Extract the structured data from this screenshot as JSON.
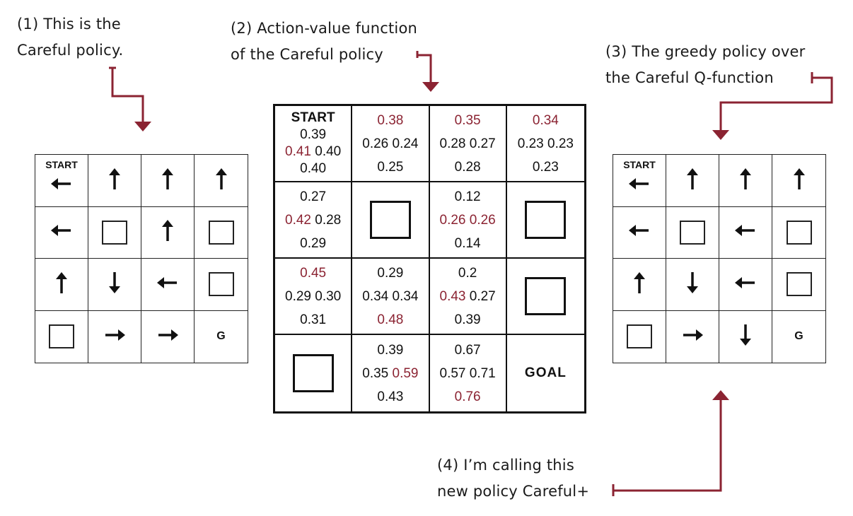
{
  "notes": {
    "n1": [
      "(1) This is the",
      "Careful policy."
    ],
    "n2": [
      "(2) Action-value function",
      "of the Careful policy"
    ],
    "n3": [
      "(3) The greedy policy over",
      "the Careful Q-function"
    ],
    "n4": [
      "(4) I’m calling this",
      "new policy Careful+"
    ]
  },
  "colors": {
    "accent": "#8b2332",
    "ink": "#111111"
  },
  "start_label": "START",
  "goal_short": "G",
  "goal_label": "GOAL",
  "careful_policy": [
    "left",
    "up",
    "up",
    "up",
    "left",
    "wall",
    "up",
    "wall",
    "up",
    "down",
    "left",
    "wall",
    "wall",
    "right",
    "right",
    "goal"
  ],
  "careful_plus_policy": [
    "left",
    "up",
    "up",
    "up",
    "left",
    "wall",
    "left",
    "wall",
    "up",
    "down",
    "left",
    "wall",
    "wall",
    "right",
    "down",
    "goal"
  ],
  "q_values": [
    {
      "start": true,
      "up": "0.39",
      "left": "0.41",
      "right": "0.40",
      "down": "0.40",
      "max": [
        "left"
      ]
    },
    {
      "up": "0.38",
      "left": "0.26",
      "right": "0.24",
      "down": "0.25",
      "max": [
        "up"
      ]
    },
    {
      "up": "0.35",
      "left": "0.28",
      "right": "0.27",
      "down": "0.28",
      "max": [
        "up"
      ]
    },
    {
      "up": "0.34",
      "left": "0.23",
      "right": "0.23",
      "down": "0.23",
      "max": [
        "up"
      ]
    },
    {
      "up": "0.27",
      "left": "0.42",
      "right": "0.28",
      "down": "0.29",
      "max": [
        "left"
      ]
    },
    {
      "wall": true
    },
    {
      "up": "0.12",
      "left": "0.26",
      "right": "0.26",
      "down": "0.14",
      "max": [
        "left",
        "right"
      ]
    },
    {
      "wall": true
    },
    {
      "up": "0.45",
      "left": "0.29",
      "right": "0.30",
      "down": "0.31",
      "max": [
        "up"
      ]
    },
    {
      "up": "0.29",
      "left": "0.34",
      "right": "0.34",
      "down": "0.48",
      "max": [
        "down"
      ]
    },
    {
      "up": "0.2",
      "left": "0.43",
      "right": "0.27",
      "down": "0.39",
      "max": [
        "left"
      ]
    },
    {
      "wall": true
    },
    {
      "wall": true
    },
    {
      "up": "0.39",
      "left": "0.35",
      "right": "0.59",
      "down": "0.43",
      "max": [
        "right"
      ]
    },
    {
      "up": "0.67",
      "left": "0.57",
      "right": "0.71",
      "down": "0.76",
      "max": [
        "down"
      ]
    },
    {
      "goal": true
    }
  ]
}
